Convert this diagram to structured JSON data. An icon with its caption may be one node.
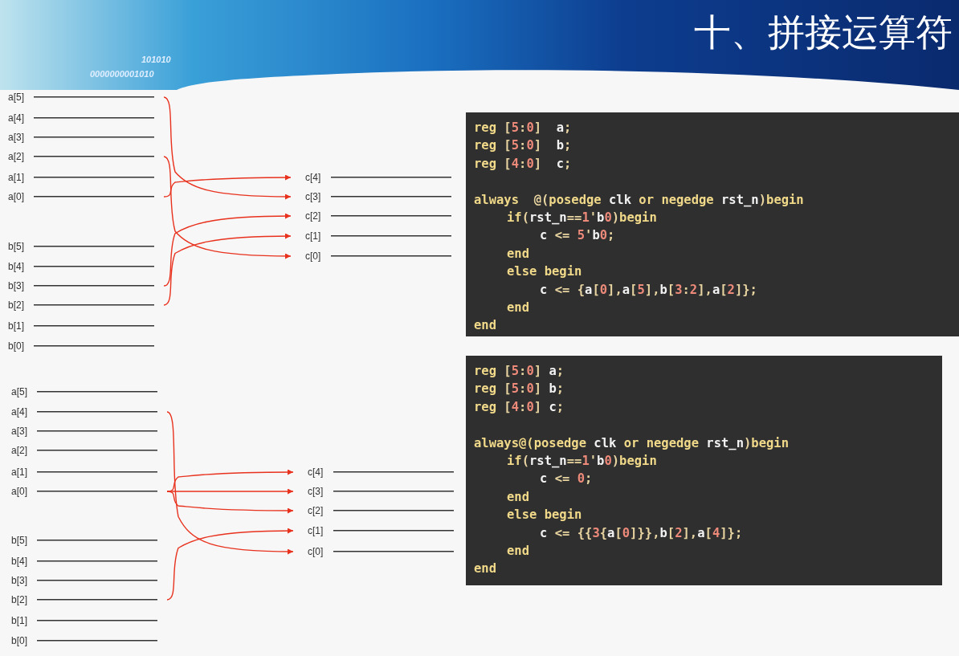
{
  "diagram": {
    "title": "十、拼接运算符",
    "nodes": [
      {
        "text": [
          "a[5]"
        ]
      },
      {
        "text": [
          "a[4]"
        ]
      },
      {
        "text": [
          "a[3]"
        ]
      },
      {
        "text": [
          "a[2]"
        ]
      },
      {
        "text": [
          "a[1]"
        ]
      },
      {
        "text": [
          "a[0]"
        ]
      },
      {
        "text": [
          "b[5]"
        ]
      },
      {
        "text": [
          "b[4]"
        ]
      },
      {
        "text": [
          "b[3]"
        ]
      },
      {
        "text": [
          "b[2]"
        ]
      },
      {
        "text": [
          "b[1]"
        ]
      },
      {
        "text": [
          "b[0]"
        ]
      },
      {
        "text": [
          "c[4]"
        ]
      },
      {
        "text": [
          "c[3]"
        ]
      },
      {
        "text": [
          "c[2]"
        ]
      },
      {
        "text": [
          "c[1]"
        ]
      },
      {
        "text": [
          "c[0]"
        ]
      },
      {
        "text": [
          "**reg** [5:0]  a;",
          "**reg** [5:0]  b;",
          "**reg** [4:0]  c;",
          "**always**  @(**posedge** clk **or** **negedge** rst_n)**begin**",
          "**if**(rst_n==1'b0)**begin**",
          "c <= 5'b0;",
          "**end**",
          "**else begin**",
          "c <= {a[0],a[5],b[3:2],a[2]};",
          "**end**",
          "**end**"
        ]
      },
      {
        "text": [
          "a[5]"
        ]
      },
      {
        "text": [
          "a[4]"
        ]
      },
      {
        "text": [
          "a[3]"
        ]
      },
      {
        "text": [
          "a[2]"
        ]
      },
      {
        "text": [
          "a[1]"
        ]
      },
      {
        "text": [
          "a[0]"
        ]
      },
      {
        "text": [
          "b[5]"
        ]
      },
      {
        "text": [
          "b[4]"
        ]
      },
      {
        "text": [
          "b[3]"
        ]
      },
      {
        "text": [
          "b[2]"
        ]
      },
      {
        "text": [
          "b[1]"
        ]
      },
      {
        "text": [
          "b[0]"
        ]
      },
      {
        "text": [
          "c[4]"
        ]
      },
      {
        "text": [
          "c[3]"
        ]
      },
      {
        "text": [
          "c[2]"
        ]
      },
      {
        "text": [
          "c[1]"
        ]
      },
      {
        "text": [
          "c[0]"
        ]
      },
      {
        "text": [
          "**reg** [5:0] a;",
          "**reg** [5:0] b;",
          "**reg** [4:0] c;",
          "**always@(posedge** clk **or** **negedge** rst_n)**begin**",
          "**if**(rst_n==1'b0)**begin**",
          "c <= 0;",
          "**end**",
          "**else begin**",
          "c <= {{3{a[0]}},b[2],a[4]};",
          "**end**",
          "**end**"
        ]
      }
    ],
    "edges": [
      {
        "from": 5,
        "to": 12,
        "arrow": "to"
      },
      {
        "from": 0,
        "to": 13,
        "arrow": "to"
      },
      {
        "from": 8,
        "to": 14,
        "arrow": "to"
      },
      {
        "from": 9,
        "to": 15,
        "arrow": "to"
      },
      {
        "from": 3,
        "to": 16,
        "arrow": "to"
      },
      {
        "from": 23,
        "to": 30,
        "arrow": "to"
      },
      {
        "from": 23,
        "to": 31,
        "arrow": "to"
      },
      {
        "from": 23,
        "to": 32,
        "arrow": "to"
      },
      {
        "from": 27,
        "to": 33,
        "arrow": "to"
      },
      {
        "from": 19,
        "to": 34,
        "arrow": "to"
      }
    ],
    "labels": [
      "101010",
      "0000000001010"
    ]
  }
}
